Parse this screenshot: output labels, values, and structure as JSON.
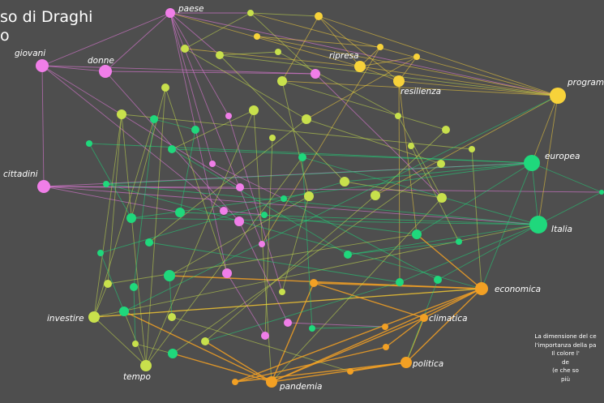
{
  "title": {
    "line1": "so di Draghi",
    "line2": "o"
  },
  "colors": {
    "pink": "#f07ee8",
    "yellow": "#f7d23a",
    "lime": "#c8e04c",
    "green": "#1fd87c",
    "orange": "#f2a024"
  },
  "note": [
    "La dimensione del ce",
    "l'importanza della pa",
    "Il colore l'",
    "de",
    "(e che so",
    "più"
  ],
  "nodes": [
    {
      "label": "giovani",
      "group": "pink"
    },
    {
      "label": "donne",
      "group": "pink"
    },
    {
      "label": "paese",
      "group": "pink"
    },
    {
      "label": "cittadini",
      "group": "pink"
    },
    {
      "label": "ripresa",
      "group": "yellow"
    },
    {
      "label": "resilienza",
      "group": "yellow"
    },
    {
      "label": "programma",
      "group": "yellow"
    },
    {
      "label": "europea",
      "group": "green"
    },
    {
      "label": "Italia",
      "group": "green"
    },
    {
      "label": "economica",
      "group": "orange"
    },
    {
      "label": "climatica",
      "group": "orange"
    },
    {
      "label": "politica",
      "group": "orange"
    },
    {
      "label": "pandemia",
      "group": "orange"
    },
    {
      "label": "tempo",
      "group": "lime"
    },
    {
      "label": "investire",
      "group": "lime"
    }
  ],
  "edges": [
    [
      0,
      2
    ],
    [
      0,
      1
    ],
    [
      0,
      3
    ],
    [
      0,
      21
    ],
    [
      0,
      43
    ],
    [
      0,
      49
    ],
    [
      1,
      21
    ],
    [
      1,
      51
    ],
    [
      1,
      2
    ],
    [
      2,
      15
    ],
    [
      2,
      37
    ],
    [
      2,
      61
    ],
    [
      2,
      56
    ],
    [
      2,
      33
    ],
    [
      2,
      6
    ],
    [
      2,
      19
    ],
    [
      3,
      8
    ],
    [
      3,
      7
    ],
    [
      3,
      48
    ],
    [
      3,
      80
    ],
    [
      3,
      43
    ],
    [
      4,
      5
    ],
    [
      4,
      6
    ],
    [
      4,
      16
    ],
    [
      4,
      23
    ],
    [
      4,
      24
    ],
    [
      4,
      2
    ],
    [
      4,
      18
    ],
    [
      5,
      6
    ],
    [
      5,
      23
    ],
    [
      5,
      16
    ],
    [
      5,
      54
    ],
    [
      5,
      66
    ],
    [
      6,
      16
    ],
    [
      6,
      15
    ],
    [
      6,
      22
    ],
    [
      6,
      45
    ],
    [
      6,
      7
    ],
    [
      6,
      8
    ],
    [
      6,
      17
    ],
    [
      7,
      8
    ],
    [
      7,
      36
    ],
    [
      7,
      42
    ],
    [
      7,
      35
    ],
    [
      7,
      80
    ],
    [
      7,
      54
    ],
    [
      7,
      9
    ],
    [
      7,
      44
    ],
    [
      8,
      80
    ],
    [
      8,
      50
    ],
    [
      8,
      66
    ],
    [
      8,
      38
    ],
    [
      8,
      67
    ],
    [
      8,
      57
    ],
    [
      9,
      12
    ],
    [
      9,
      11
    ],
    [
      9,
      10
    ],
    [
      9,
      14
    ],
    [
      9,
      64
    ],
    [
      9,
      54
    ],
    [
      9,
      60
    ],
    [
      10,
      12
    ],
    [
      10,
      11
    ],
    [
      10,
      77
    ],
    [
      11,
      78
    ],
    [
      11,
      79
    ],
    [
      11,
      12
    ],
    [
      12,
      64
    ],
    [
      12,
      74
    ],
    [
      12,
      68
    ],
    [
      12,
      76
    ],
    [
      13,
      26
    ],
    [
      13,
      25
    ],
    [
      13,
      14
    ],
    [
      13,
      27
    ],
    [
      13,
      68
    ],
    [
      14,
      26
    ],
    [
      14,
      31
    ],
    [
      14,
      9
    ],
    [
      14,
      8
    ],
    [
      14,
      62
    ],
    [
      15,
      16
    ],
    [
      15,
      18
    ],
    [
      15,
      21
    ],
    [
      16,
      22
    ],
    [
      17,
      24
    ],
    [
      18,
      28
    ],
    [
      19,
      20
    ],
    [
      19,
      6
    ],
    [
      20,
      29
    ],
    [
      22,
      46
    ],
    [
      22,
      30
    ],
    [
      25,
      50
    ],
    [
      26,
      62
    ],
    [
      26,
      40
    ],
    [
      27,
      12
    ],
    [
      27,
      36
    ],
    [
      28,
      41
    ],
    [
      28,
      55
    ],
    [
      29,
      53
    ],
    [
      30,
      45
    ],
    [
      31,
      63
    ],
    [
      32,
      48
    ],
    [
      33,
      65
    ],
    [
      34,
      73
    ],
    [
      35,
      50
    ],
    [
      36,
      57
    ],
    [
      38,
      71
    ],
    [
      39,
      58
    ],
    [
      40,
      9
    ],
    [
      41,
      76
    ],
    [
      42,
      9
    ],
    [
      44,
      53
    ],
    [
      46,
      60
    ],
    [
      47,
      67
    ],
    [
      48,
      8
    ],
    [
      49,
      52
    ],
    [
      51,
      70
    ],
    [
      52,
      54
    ],
    [
      53,
      12
    ],
    [
      55,
      66
    ],
    [
      57,
      58
    ],
    [
      59,
      68
    ],
    [
      60,
      69
    ],
    [
      61,
      73
    ],
    [
      63,
      75
    ],
    [
      64,
      10
    ],
    [
      65,
      46
    ],
    [
      66,
      74
    ],
    [
      67,
      11
    ],
    [
      69,
      79
    ],
    [
      70,
      72
    ],
    [
      71,
      72
    ],
    [
      74,
      45
    ],
    [
      75,
      76
    ],
    [
      77,
      78
    ],
    [
      78,
      9
    ],
    [
      19,
      44
    ],
    [
      21,
      53
    ],
    [
      23,
      28
    ],
    [
      24,
      56
    ],
    [
      31,
      32
    ],
    [
      37,
      47
    ],
    [
      42,
      8
    ],
    [
      50,
      7
    ],
    [
      68,
      6
    ],
    [
      62,
      54
    ],
    [
      13,
      38
    ],
    [
      59,
      44
    ],
    [
      25,
      61
    ]
  ]
}
